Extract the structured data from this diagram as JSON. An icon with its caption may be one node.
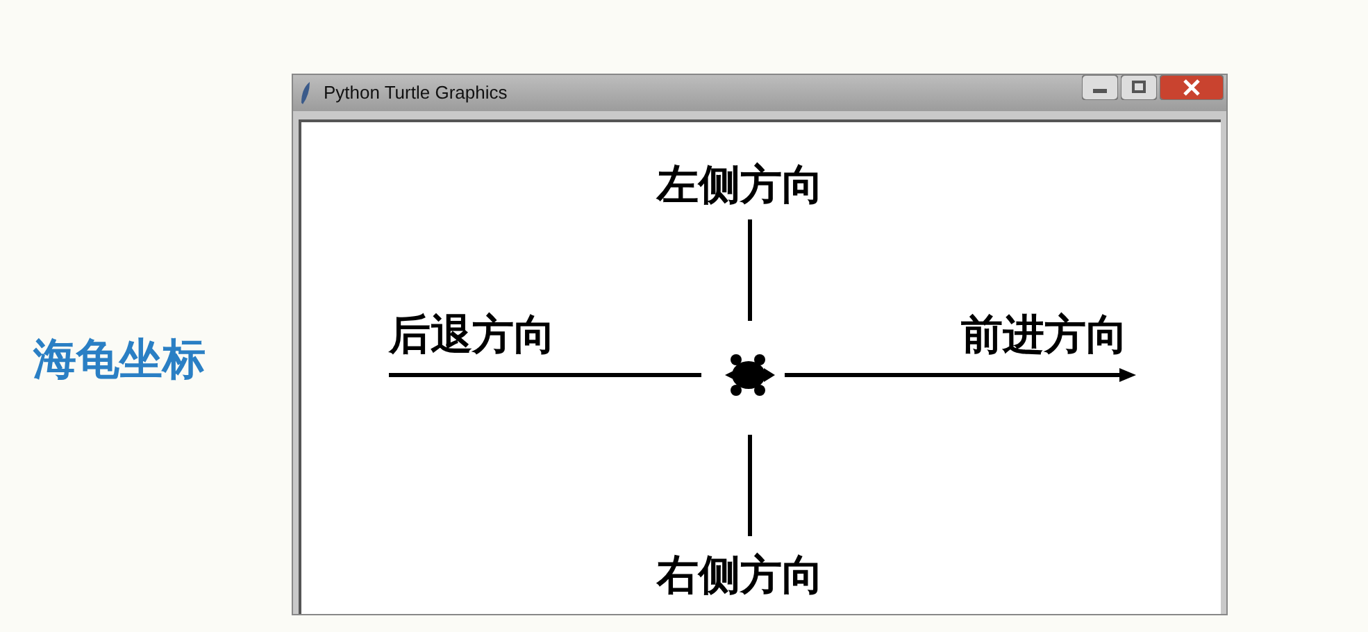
{
  "diagram": {
    "title": "海龟坐标",
    "labels": [
      "Python Turtle Graphics",
      "左侧方向",
      "后退方向",
      "前进方向",
      "右侧方向"
    ]
  }
}
